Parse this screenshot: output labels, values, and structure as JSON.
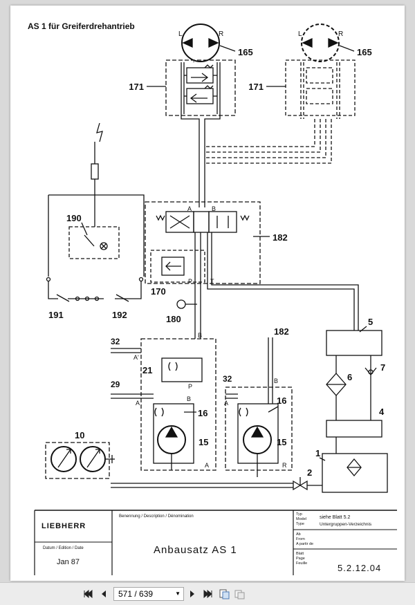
{
  "diagram": {
    "title": "AS 1 für Greiferdrehantrieb",
    "components": {
      "c165": "165",
      "c165b": "165",
      "c171": "171",
      "c171b": "171",
      "c190": "190",
      "c182": "182",
      "c182b": "182",
      "c170": "170",
      "c191": "191",
      "c192": "192",
      "c180": "180",
      "c5": "5",
      "c7": "7",
      "c6": "6",
      "c4": "4",
      "c1": "1",
      "c2": "2",
      "c10": "10",
      "c15": "15",
      "c15b": "15",
      "c16": "16",
      "c16b": "16",
      "c21": "21",
      "c32": "32",
      "c32b": "32",
      "c29": "29"
    },
    "ports": {
      "L": "L",
      "R": "R",
      "L2": "L",
      "R2": "R",
      "A": "A",
      "B": "B",
      "P": "P",
      "T": "T",
      "B1": "B",
      "A1": "A'",
      "P1": "P",
      "A2": "A",
      "B2": "B",
      "A3": "A",
      "B3": "B",
      "R3": "R",
      "A4": "A"
    }
  },
  "title_block": {
    "brand": "LIEBHERR",
    "field_name_label": "Benennung / Description / Dénomination",
    "name": "Anbausatz AS 1",
    "date_label": "Datum / Edition / Date",
    "date": "Jan 87",
    "type_label_1": "Typ",
    "type_label_2": "Model",
    "type_label_3": "Type",
    "type_value_1": "siehe Blatt 5.2",
    "type_value_2": "Untergruppen-Verzeichnis",
    "from_label_1": "Ab",
    "from_label_2": "From",
    "from_label_3": "A partir de",
    "page_label_1": "Blatt",
    "page_label_2": "Page",
    "page_label_3": "Feuille",
    "page_number": "5.2.12.04"
  },
  "toolbar": {
    "page_indicator": "571 / 639"
  }
}
